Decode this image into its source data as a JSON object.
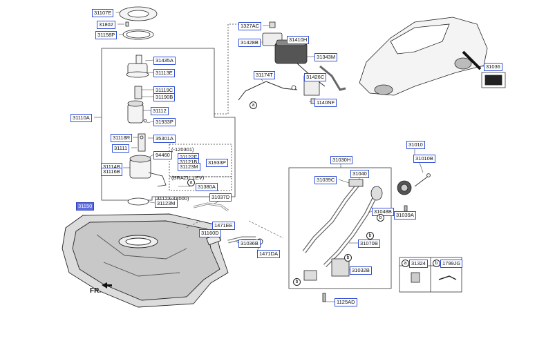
{
  "labels": {
    "p31107E": "31107E",
    "p31802": "31802",
    "p31158P": "31158P",
    "p31435A": "31435A",
    "p31113E": "31113E",
    "p31119C": "31119C",
    "p31190B": "31190B",
    "p31112": "31112",
    "p31110A": "31110A",
    "p31933P_a": "31933P",
    "p31118R": "31118R",
    "p35301A": "35301A",
    "p31111": "31111",
    "p94460": "94460",
    "p31114B": "31114B",
    "p31116B": "31116B",
    "p31122E": "31122E",
    "p31121B": "31121B",
    "p31123M_a": "31123M",
    "p31933P_b": "31933P",
    "p31380A": "31380A",
    "p31123M_b": "31123M",
    "p31150": "31150",
    "p1327AC": "1327AC",
    "p31410H": "31410H",
    "p31428B": "31428B",
    "p31343M": "31343M",
    "p31174T": "31174T",
    "p31426C": "31426C",
    "p1140NF": "1140NF",
    "p31036": "31036",
    "p31037D": "31037D",
    "p1471EE": "1471EE",
    "p31160D": "31160D",
    "p31036B": "31036B",
    "p1471DA": "1471DA",
    "p31030H": "31030H",
    "p31040": "31040",
    "p31039C": "31039C",
    "p31010": "31010",
    "p31010B": "31010B",
    "p31048B": "31048B",
    "p31039A": "31039A",
    "p31070B": "31070B",
    "p31032B": "31032B",
    "p1125AD": "1125AD",
    "p31324": "31324",
    "p1799JG": "1799JG"
  },
  "notes": {
    "n120301": "(-120301)",
    "brazil": "(BRAZIL LEV)",
    "n31123": "(31123-3X000)",
    "fr": "FR."
  },
  "markers": {
    "a": "a",
    "b": "b"
  },
  "colors": {
    "label_border": "#2f4fd6",
    "selected_fill": "#5b6ee1",
    "line": "#333333"
  },
  "selected_part": "31150"
}
